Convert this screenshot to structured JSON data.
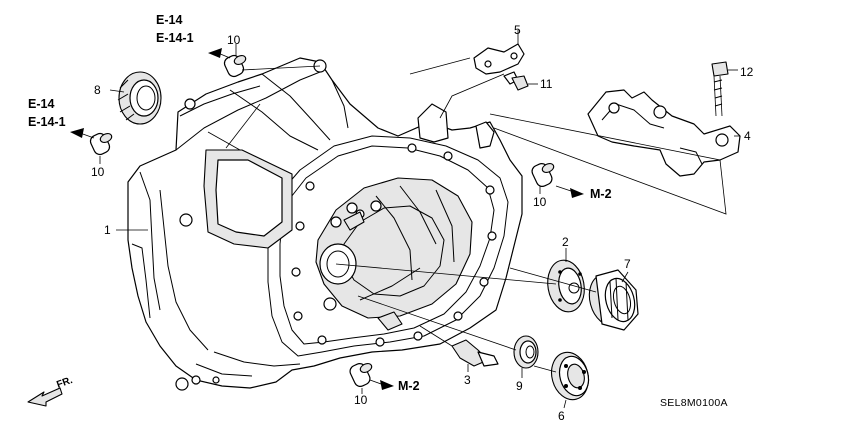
{
  "refs": {
    "e14_a": "E-14",
    "e141_a": "E-14-1",
    "e14_b": "E-14",
    "e141_b": "E-14-1",
    "m2_a": "M-2",
    "m2_b": "M-2"
  },
  "callouts": {
    "p1": "1",
    "p2": "2",
    "p3": "3",
    "p4": "4",
    "p5": "5",
    "p6": "6",
    "p7": "7",
    "p8": "8",
    "p9": "9",
    "p10a": "10",
    "p10b": "10",
    "p10c": "10",
    "p10d": "10",
    "p11": "11",
    "p12": "12"
  },
  "direction_label": "FR.",
  "diagram_code": "SEL8M0100A",
  "icons": {
    "front_arrow": "front-direction-arrow-icon"
  }
}
